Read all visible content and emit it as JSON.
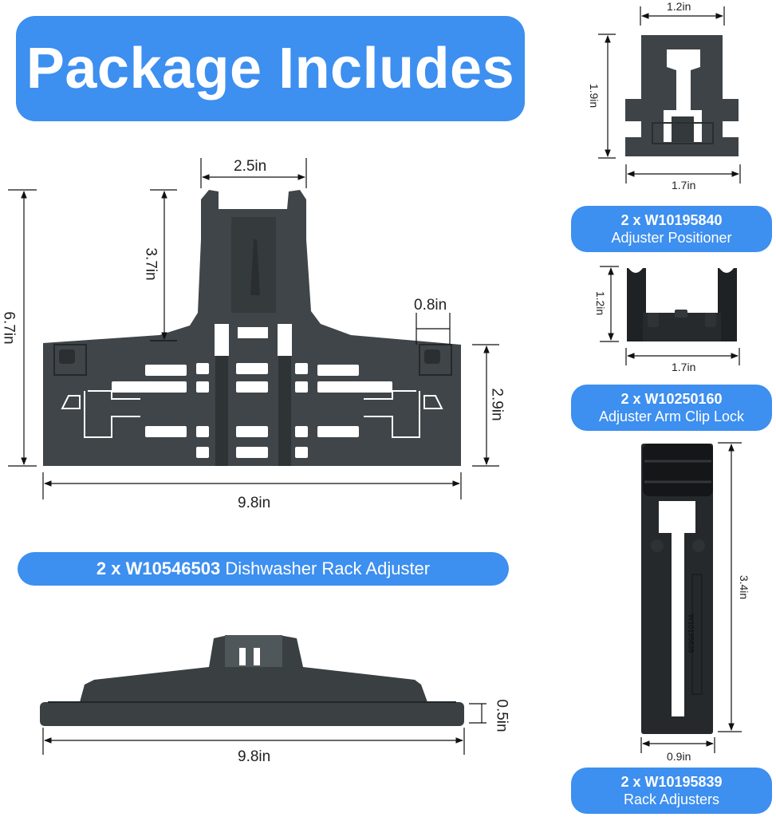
{
  "header": {
    "title": "Package Includes"
  },
  "colors": {
    "accent": "#3d8ff0",
    "part": "#3f4548",
    "part_dark": "#1f2224"
  },
  "main_part": {
    "label_qty": "2 x W10546503",
    "label_name": "Dishwasher Rack Adjuster",
    "dimensions": {
      "top_width": "2.5in",
      "arm_height": "3.7in",
      "total_height": "6.7in",
      "clip_width": "0.8in",
      "base_height": "2.9in",
      "total_width": "9.8in"
    }
  },
  "side_view": {
    "dimensions": {
      "width": "9.8in",
      "thickness": "0.5in"
    }
  },
  "positioner": {
    "label_qty": "2 x W10195840",
    "label_name": "Adjuster Positioner",
    "dimensions": {
      "top_width": "1.2in",
      "height": "1.9in",
      "bottom_width": "1.7in"
    }
  },
  "clip_lock": {
    "label_qty": "2 x W10250160",
    "label_name": "Adjuster Arm Clip Lock",
    "dimensions": {
      "height": "1.2in",
      "width": "1.7in"
    }
  },
  "rack_adjusters": {
    "label_qty": "2 x W10195839",
    "label_name": "Rack Adjusters",
    "engraving": "W10195839",
    "dimensions": {
      "height": "3.4in",
      "width": "0.9in"
    }
  }
}
